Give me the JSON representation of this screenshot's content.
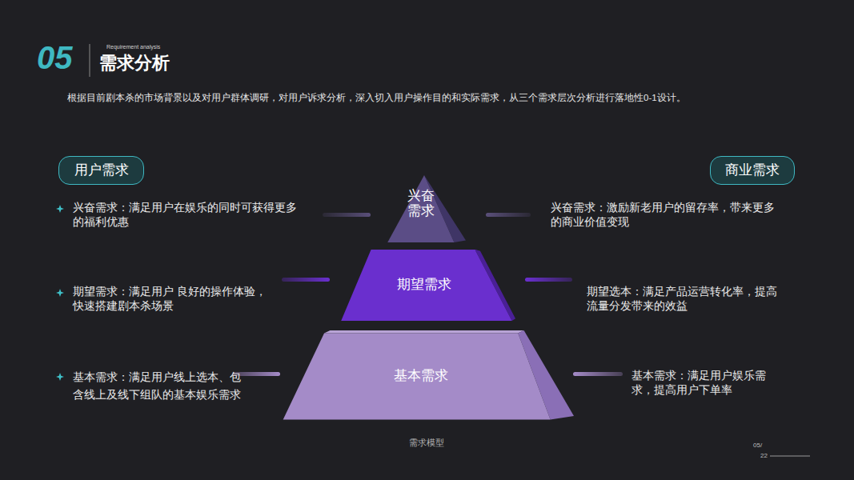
{
  "diagram": {
    "title": "需求分析",
    "caption": "需求模型",
    "nodes": [
      {
        "text": [
          "用户需求"
        ]
      },
      {
        "text": [
          "商业需求"
        ]
      },
      {
        "text": [
          "兴奋 需求"
        ]
      },
      {
        "text": [
          "期望需求"
        ]
      },
      {
        "text": [
          "基本需求"
        ]
      }
    ],
    "labels": [
      "05",
      "Requirement analysis",
      "根据目前剧本杀的市场背景以及对用户群体调研，对用户诉求分析，深入切入用户操作目的和实际需求，从三个需求层次分析进行落地性0-1设计。",
      "兴奋需求：满足用户在娱乐的同时可获得更多的福利优惠",
      "期望需求：满足用户 良好的操作体验，快速搭建剧本杀场景",
      "基本需求：满足用户线上选本、包含线上及线下组队的基本娱乐需求",
      "兴奋需求：激励新老用户的留存率，带来更多的商业价值变现",
      "期望选本：满足产品运营转化率，提高流量分发带来的效益",
      "基本需求：满足用户娱乐需求，提高用户下单率",
      "05/",
      "22"
    ]
  }
}
